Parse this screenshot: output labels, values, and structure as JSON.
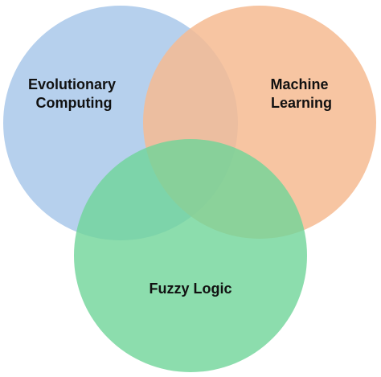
{
  "diagram": {
    "type": "venn",
    "sets": [
      {
        "id": "evolutionary-computing",
        "label_lines": [
          "Evolutionary",
          "Computing"
        ],
        "color": "#a9c8ea"
      },
      {
        "id": "machine-learning",
        "label_lines": [
          "Machine",
          "Learning"
        ],
        "color": "#f6bb92"
      },
      {
        "id": "fuzzy-logic",
        "label_lines": [
          "Fuzzy Logic"
        ],
        "color": "#6fd498"
      }
    ]
  }
}
